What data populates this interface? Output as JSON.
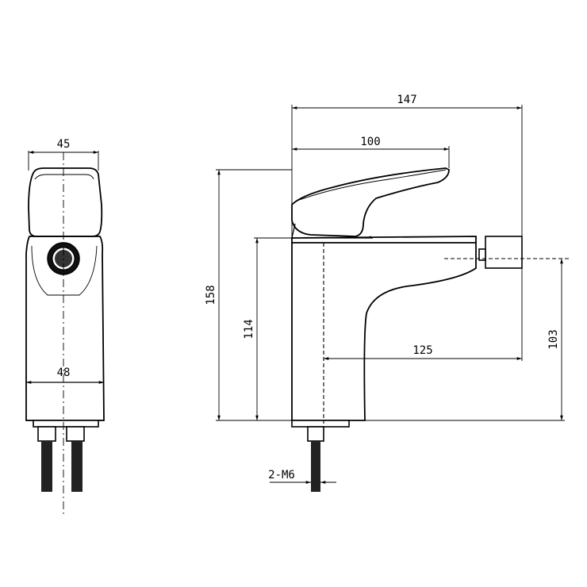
{
  "side_view": {
    "width_top": "45",
    "width_base": "48"
  },
  "front_view": {
    "overall_length": "147",
    "handle_length": "100",
    "overall_height": "158",
    "body_height": "114",
    "spout_reach": "125",
    "outlet_height": "103",
    "thread_spec": "2-M6"
  }
}
